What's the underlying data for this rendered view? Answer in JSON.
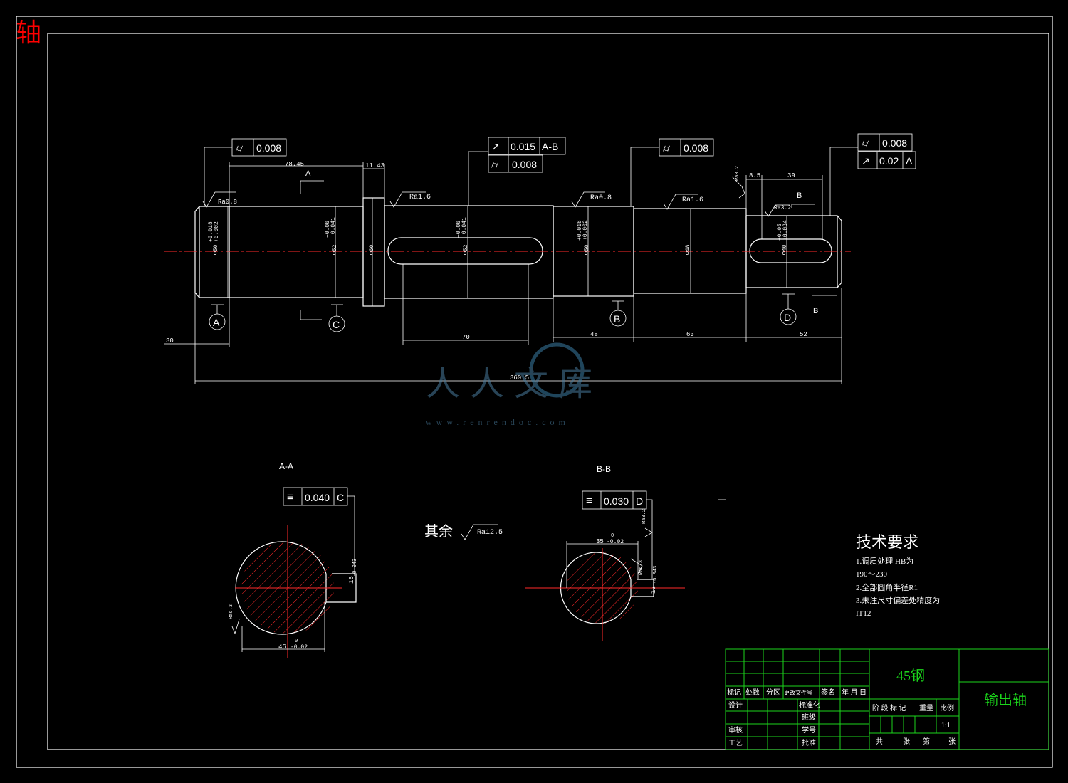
{
  "page_title": "轴",
  "colors": {
    "background": "#000000",
    "lines": "#ffffff",
    "centerline": "#ff2a2a",
    "title_block": "#1bd51b",
    "title_text": "#ff0000",
    "hatch": "#ff2a2a"
  },
  "tolerance_frames": [
    {
      "id": "t1",
      "symbol": "cylindricity",
      "value": "0.008",
      "datum": ""
    },
    {
      "id": "t2",
      "symbol": "runout",
      "value": "0.015",
      "datum": "A-B"
    },
    {
      "id": "t3",
      "symbol": "cylindricity",
      "value": "0.008",
      "datum": ""
    },
    {
      "id": "t4",
      "symbol": "cylindricity",
      "value": "0.008",
      "datum": ""
    },
    {
      "id": "t5",
      "symbol": "cylindricity",
      "value": "0.008",
      "datum": ""
    },
    {
      "id": "t6",
      "symbol": "runout",
      "value": "0.02",
      "datum": "A"
    },
    {
      "id": "t7",
      "symbol": "symmetry",
      "value": "0.040",
      "datum": "C"
    },
    {
      "id": "t8",
      "symbol": "symmetry",
      "value": "0.030",
      "datum": "D"
    }
  ],
  "dimensions": {
    "d1": "78.45",
    "d2": "11.43",
    "d3": "70",
    "d4": "48",
    "d5": "63",
    "d6": "8.5",
    "d7": "39",
    "d8": "52",
    "d9": "30",
    "total": "360.5",
    "dia1": "Φ50",
    "dia1_tol_up": "+0.018",
    "dia1_tol_lo": "+0.002",
    "dia2": "Φ52",
    "dia2_tol_up": "+0.06",
    "dia2_tol_lo": "+0.041",
    "dia3": "Φ60",
    "dia4": "Φ52",
    "dia4_tol_up": "+0.06",
    "dia4_tol_lo": "+0.041",
    "dia5": "Φ50",
    "dia5_tol_up": "+0.018",
    "dia5_tol_lo": "+0.002",
    "dia6": "Φ48",
    "dia7": "Φ40",
    "dia7_tol_up": "+0.05",
    "dia7_tol_lo": "+0.034"
  },
  "roughness": {
    "r1": "Ra0.8",
    "r2": "Ra1.6",
    "r3": "Ra0.8",
    "r4": "Ra1.6",
    "r5": "Ra3.2",
    "r6": "Ra3.2",
    "r7": "Ra6.3",
    "r8": "Ra3.2",
    "r9": "Ra6.3"
  },
  "datums": {
    "a": "A",
    "b": "B",
    "c": "C",
    "d": "D"
  },
  "section_marks": {
    "a1": "A",
    "b1": "B",
    "b2": "B"
  },
  "sections": {
    "aa_title": "A-A",
    "bb_title": "B-B",
    "aa_width": "46",
    "aa_width_tol_top": "0",
    "aa_width_tol_bot": "-0.02",
    "aa_key": "16",
    "aa_key_tol": "-0.043",
    "bb_width": "35",
    "bb_width_tol_top": "0",
    "bb_width_tol_bot": "-0.02",
    "bb_key": "12",
    "bb_key_tol": "-0.043"
  },
  "rest_note": {
    "label": "其余",
    "ra": "Ra12.5"
  },
  "watermark": {
    "cn": "人人文库",
    "url": "www.renrendoc.com"
  },
  "tech_requirements": {
    "title": "技术要求",
    "lines": [
      "1.调质处理 HB为",
      "190～230",
      "2.全部圆角半径R1",
      "3.未注尺寸偏差处精度为",
      "IT12"
    ]
  },
  "title_block": {
    "material": "45钢",
    "part_name": "输出轴",
    "hdr": [
      "标记",
      "处数",
      "分区",
      "更改文件号",
      "签名",
      "年 月 日"
    ],
    "left_rows": [
      "设计",
      "审核",
      "工艺"
    ],
    "mid_rows": [
      "标准化",
      "班级",
      "学号",
      "批准"
    ],
    "stage_hdr": [
      "阶 段 标 记",
      "重量",
      "比例"
    ],
    "scale": "1:1",
    "sheet": [
      "共",
      "张",
      "第",
      "张"
    ]
  }
}
